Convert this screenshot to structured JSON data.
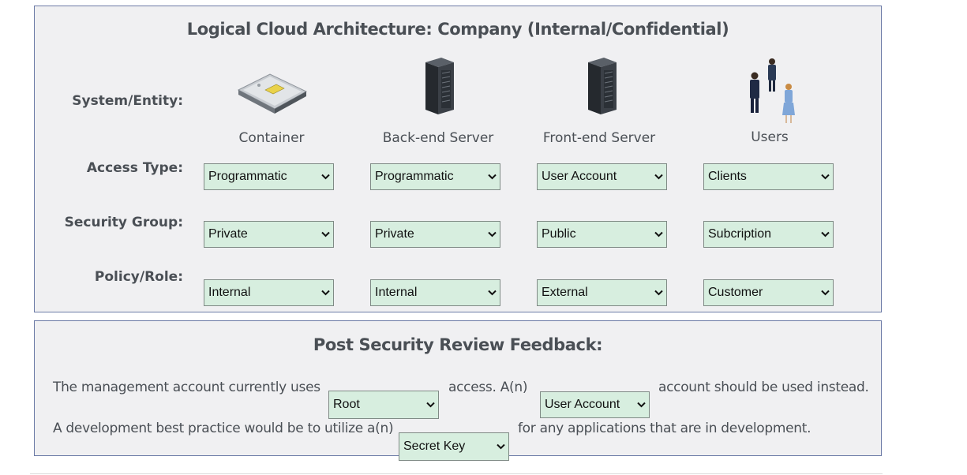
{
  "architecture": {
    "title": "Logical Cloud Architecture: Company (Internal/Confidential)",
    "row_labels": {
      "system_entity": "System/Entity:",
      "access_type": "Access Type:",
      "security_group": "Security Group:",
      "policy_role": "Policy/Role:"
    },
    "columns": [
      {
        "label": "Container",
        "icon": "hard-drive-icon",
        "access_type": "Programmatic",
        "security_group": "Private",
        "policy_role": "Internal"
      },
      {
        "label": "Back-end Server",
        "icon": "server-rack-icon",
        "access_type": "Programmatic",
        "security_group": "Private",
        "policy_role": "Internal"
      },
      {
        "label": "Front-end Server",
        "icon": "server-rack-icon",
        "access_type": "User Account",
        "security_group": "Public",
        "policy_role": "External"
      },
      {
        "label": "Users",
        "icon": "users-group-icon",
        "access_type": "Clients",
        "security_group": "Subcription",
        "policy_role": "Customer"
      }
    ]
  },
  "review": {
    "title": "Post Security Review Feedback:",
    "sentence1_part1": "The management account currently uses",
    "sentence1_part2": "access. A(n)",
    "sentence1_part3": "account should be used instead.",
    "sentence2_part1": "A development best practice would be to utilize a(n)",
    "sentence2_part2": "for any applications that are in development.",
    "select_current_access": "Root",
    "select_recommended_account": "User Account",
    "select_dev_practice": "Secret Key"
  },
  "colors": {
    "panel_background": "#f0f0f2",
    "panel_border": "#6b7aa6",
    "select_background": "#d7eedf",
    "text": "#4a4f55"
  }
}
